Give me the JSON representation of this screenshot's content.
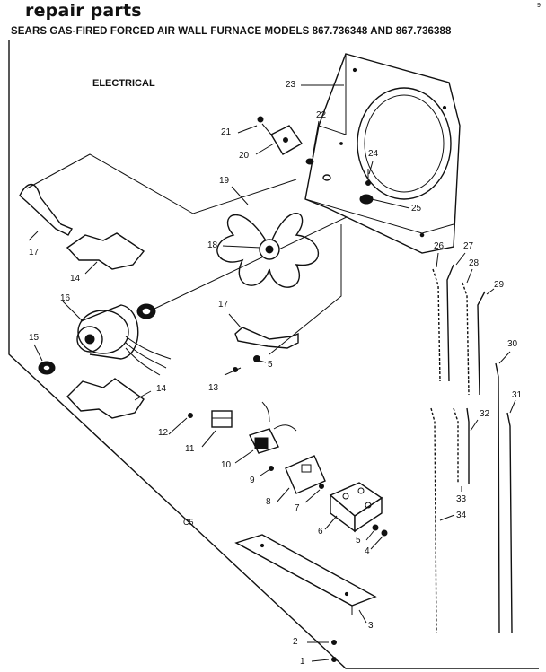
{
  "header": {
    "title": "repair parts",
    "subtitle": "SEARS GAS-FIRED FORCED AIR WALL FURNACE MODELS 867.736348 AND 867.736388",
    "corner_mark": "9"
  },
  "section_label": "ELECTRICAL",
  "cs_mark": "C5",
  "callouts": {
    "c1": "1",
    "c2": "2",
    "c3": "3",
    "c4": "4",
    "c5a": "5",
    "c5b": "5",
    "c6": "6",
    "c7": "7",
    "c8": "8",
    "c9": "9",
    "c10": "10",
    "c11": "11",
    "c12": "12",
    "c13": "13",
    "c14a": "14",
    "c14b": "14",
    "c15": "15",
    "c16": "16",
    "c17a": "17",
    "c17b": "17",
    "c18": "18",
    "c19": "19",
    "c20": "20",
    "c21": "21",
    "c22": "22",
    "c23": "23",
    "c24": "24",
    "c25": "25",
    "c26": "26",
    "c27": "27",
    "c28": "28",
    "c29": "29",
    "c30": "30",
    "c31": "31",
    "c32": "32",
    "c33": "33",
    "c34": "34"
  }
}
